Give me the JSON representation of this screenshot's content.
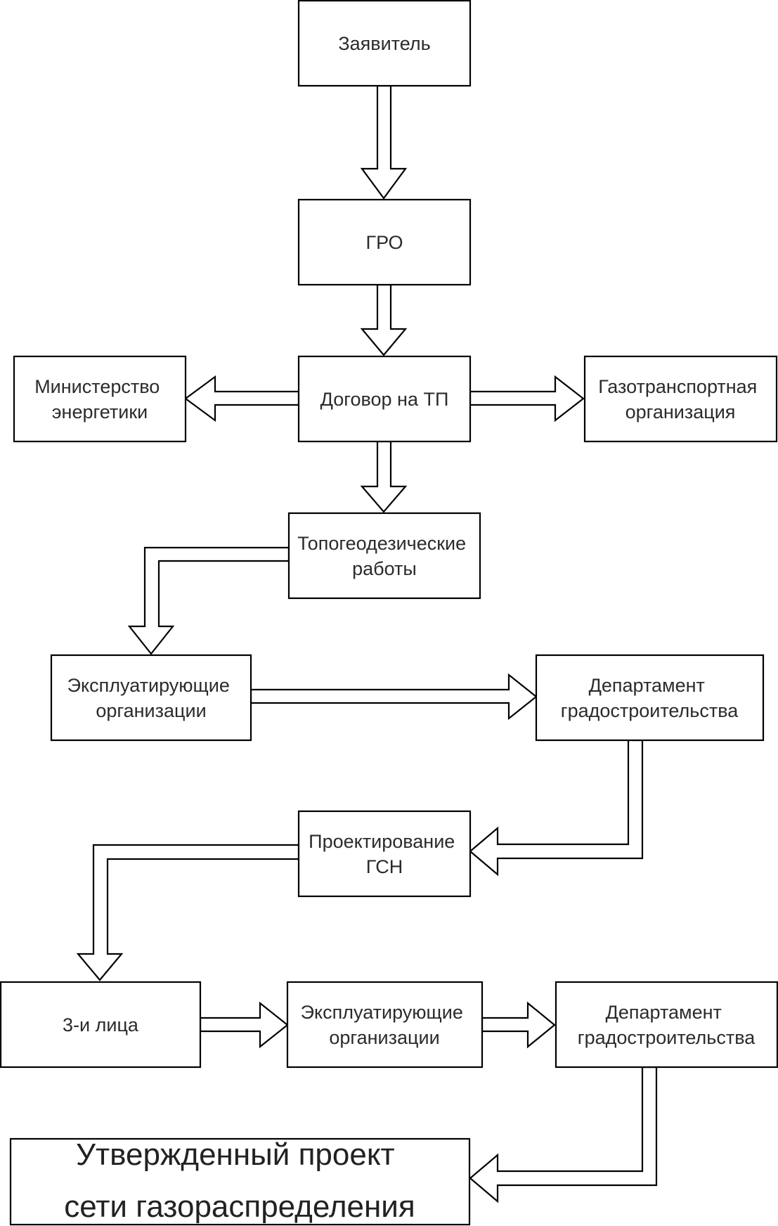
{
  "nodes": {
    "applicant": "Заявитель",
    "gro": "ГРО",
    "contract": "Договор на ТП",
    "ministry": [
      "Министерство",
      "энергетики"
    ],
    "gas_transport": [
      "Газотранспортная",
      "организация"
    ],
    "topo": [
      "Топогеодезические",
      "работы"
    ],
    "operating_1": [
      "Эксплуатирующие",
      "организации"
    ],
    "dept_1": [
      "Департамент",
      "градостроительства"
    ],
    "design": [
      "Проектирование",
      "ГСН"
    ],
    "third_parties": "3-и лица",
    "operating_2": [
      "Эксплуатирующие",
      "организации"
    ],
    "dept_2": [
      "Департамент",
      "градостроительства"
    ],
    "approved": [
      "Утвержденный проект",
      "сети газораспределения"
    ]
  }
}
